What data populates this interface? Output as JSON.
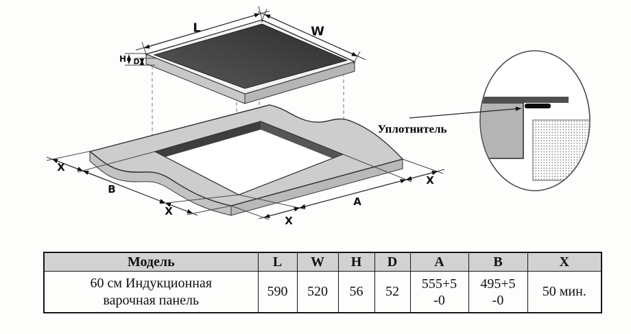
{
  "diagram": {
    "labels": {
      "length": "L",
      "width": "W",
      "height": "H",
      "depth": "D",
      "cutout_length": "A",
      "cutout_width": "B",
      "clearance": "X",
      "seal_callout": "Уплотнитель"
    }
  },
  "table": {
    "headers": [
      "Модель",
      "L",
      "W",
      "H",
      "D",
      "A",
      "B",
      "X"
    ],
    "row": {
      "model_line1": "60 см Индукционная",
      "model_line2": "варочная панель",
      "L": "590",
      "W": "520",
      "H": "56",
      "D": "52",
      "A_line1": "555+5",
      "A_line2": "-0",
      "B_line1": "495+5",
      "B_line2": "-0",
      "X": "50 мин."
    }
  },
  "colors": {
    "glass_panel": "#3a3a3a",
    "frame": "#f2f2f2",
    "countertop": "#cdcdcd",
    "countertop_side": "#c3c3c3",
    "cutout_wall": "#3e3e3e",
    "seal": "#0b0b0b",
    "table_header_bg": "#d2d2d2",
    "line": "#222222"
  }
}
